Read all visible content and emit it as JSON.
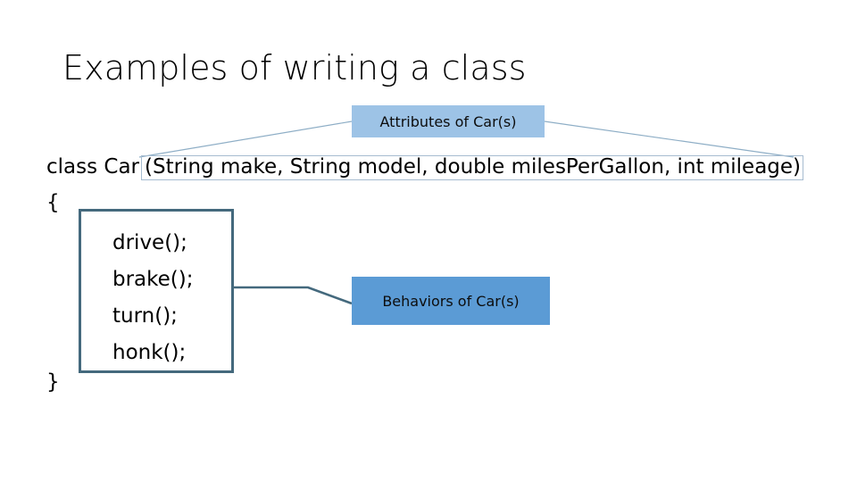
{
  "slide": {
    "title": "Examples of writing a class",
    "background_color": "#ffffff"
  },
  "callouts": {
    "attributes": {
      "label": "Attributes of Car(s)",
      "fill_color": "#9dc3e6",
      "text_color": "#0d0d0d"
    },
    "behaviors": {
      "label": "Behaviors of Car(s)",
      "fill_color": "#5b9bd5",
      "text_color": "#0d0d0d"
    }
  },
  "code": {
    "signature_head": "class Car ",
    "signature_params": "(String make, String model, double milesPerGallon, int mileage)",
    "brace_open": "{",
    "brace_close": "}",
    "params_border_color": "#a6bcd0",
    "methods_border_color": "#44697d",
    "methods": [
      {
        "label": "drive();"
      },
      {
        "label": "brake();"
      },
      {
        "label": "turn();"
      },
      {
        "label": "honk();"
      }
    ]
  },
  "connectors": {
    "line_color_thin": "#8eaec6",
    "line_color_thick": "#44697d"
  }
}
